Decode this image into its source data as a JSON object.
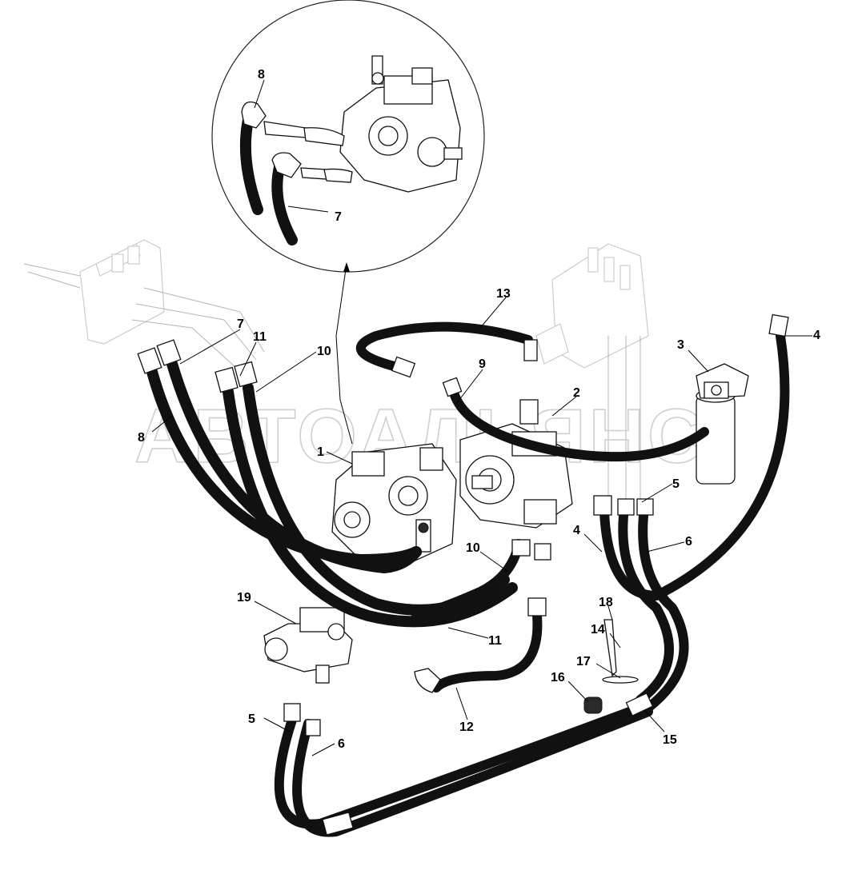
{
  "watermark": "АВТОАЛЬЯНС",
  "callouts": [
    {
      "id": "c8-detail",
      "text": "8"
    },
    {
      "id": "c7-detail",
      "text": "7"
    },
    {
      "id": "c13",
      "text": "13"
    },
    {
      "id": "c7-left",
      "text": "7"
    },
    {
      "id": "c11-top",
      "text": "11"
    },
    {
      "id": "c10-top",
      "text": "10"
    },
    {
      "id": "c9",
      "text": "9"
    },
    {
      "id": "c2",
      "text": "2"
    },
    {
      "id": "c3",
      "text": "3"
    },
    {
      "id": "c4-top",
      "text": "4"
    },
    {
      "id": "c8-left",
      "text": "8"
    },
    {
      "id": "c1",
      "text": "1"
    },
    {
      "id": "c5-right",
      "text": "5"
    },
    {
      "id": "c4-mid",
      "text": "4"
    },
    {
      "id": "c6-right",
      "text": "6"
    },
    {
      "id": "c10-mid",
      "text": "10"
    },
    {
      "id": "c19",
      "text": "19"
    },
    {
      "id": "c11-bottom",
      "text": "11"
    },
    {
      "id": "c18",
      "text": "18"
    },
    {
      "id": "c14",
      "text": "14"
    },
    {
      "id": "c17",
      "text": "17"
    },
    {
      "id": "c16",
      "text": "16"
    },
    {
      "id": "c12",
      "text": "12"
    },
    {
      "id": "c15",
      "text": "15"
    },
    {
      "id": "c5-left",
      "text": "5"
    },
    {
      "id": "c6-left",
      "text": "6"
    }
  ],
  "colors": {
    "hose": "#111111",
    "ghost": "#c8c8c8",
    "watermark": "#cfcfcf"
  }
}
